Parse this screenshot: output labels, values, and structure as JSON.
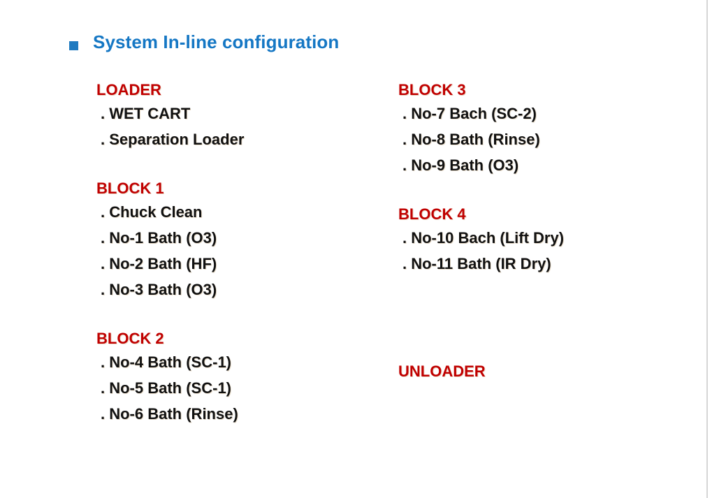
{
  "slide": {
    "title": "System In-line configuration",
    "bullet_icon": "square-bullet-icon",
    "accent_blue": "#1577c4",
    "heading_red": "#c00000",
    "body_black": "#111111",
    "rule_color": "#d6d6d6"
  },
  "columns": {
    "left": [
      {
        "heading": "LOADER",
        "items": [
          ". WET CART",
          ". Separation Loader"
        ]
      },
      {
        "heading": "BLOCK 1",
        "items": [
          ". Chuck Clean",
          ". No-1 Bath (O3)",
          ". No-2 Bath (HF)",
          ". No-3 Bath (O3)"
        ]
      },
      {
        "heading": "BLOCK 2",
        "items": [
          ". No-4 Bath (SC-1)",
          ". No-5 Bath (SC-1)",
          ". No-6 Bath (Rinse)"
        ]
      }
    ],
    "right": [
      {
        "heading": "BLOCK 3",
        "items": [
          ". No-7 Bach (SC-2)",
          ". No-8 Bath (Rinse)",
          ". No-9 Bath (O3)"
        ]
      },
      {
        "heading": "BLOCK 4",
        "items": [
          ". No-10 Bach (Lift Dry)",
          ". No-11 Bath (IR Dry)"
        ]
      },
      {
        "heading": "UNLOADER",
        "items": []
      }
    ]
  }
}
